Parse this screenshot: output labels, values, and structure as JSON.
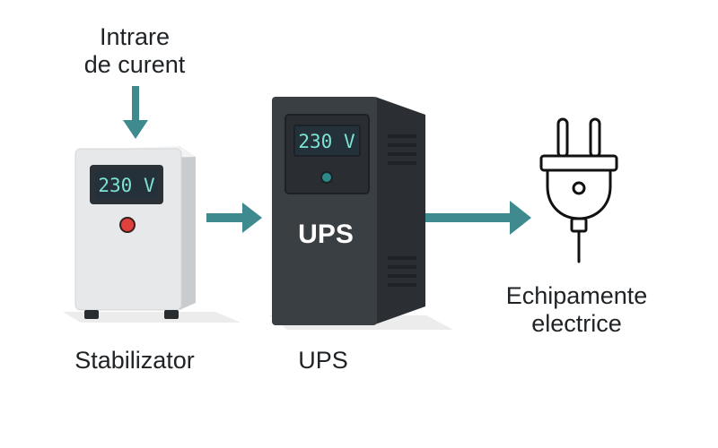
{
  "input": {
    "line1": "Intrare",
    "line2": "de curent"
  },
  "stabilizer": {
    "display": "230 V",
    "label": "Stabilizator"
  },
  "ups": {
    "display": "230 V",
    "front_text": "UPS",
    "label": "UPS"
  },
  "equipment": {
    "line1": "Echipamente",
    "line2": "electrice"
  },
  "colors": {
    "arrow": "#3f8a8f",
    "lcd_bg": "#24313a",
    "lcd_text": "#7de3d2",
    "stabilizer_body": "#e6e8ea",
    "ups_body": "#3a3f44",
    "indicator_red": "#e0413d",
    "indicator_teal": "#2e8a88"
  }
}
